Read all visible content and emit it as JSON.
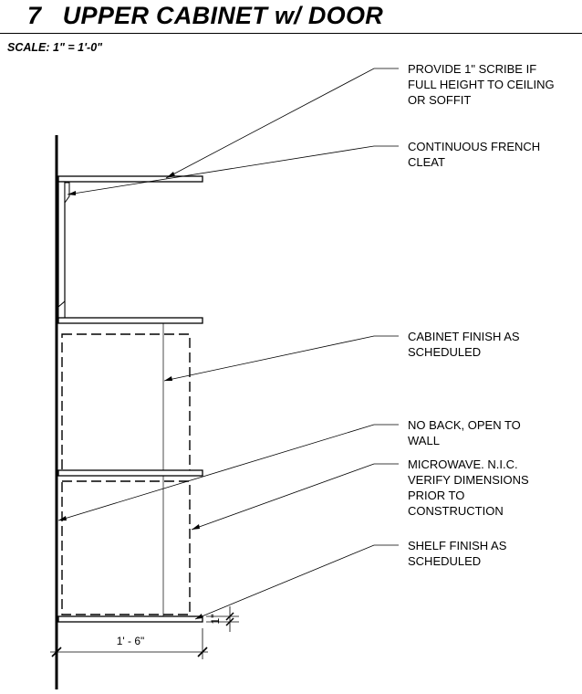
{
  "detail": {
    "number": "7",
    "title": "UPPER CABINET w/ DOOR",
    "scale": "SCALE:  1\" = 1'-0\""
  },
  "notes": [
    "PROVIDE 1\" SCRIBE IF\nFULL HEIGHT TO CEILING\nOR SOFFIT",
    "CONTINUOUS FRENCH\nCLEAT",
    "CABINET FINISH AS\nSCHEDULED",
    "NO BACK, OPEN TO\nWALL",
    "MICROWAVE. N.I.C.\nVERIFY DIMENSIONS\nPRIOR TO\nCONSTRUCTION",
    "SHELF FINISH AS\nSCHEDULED"
  ],
  "dimensions": {
    "depth": "1' - 6\"",
    "shelf_thickness": "1\""
  }
}
